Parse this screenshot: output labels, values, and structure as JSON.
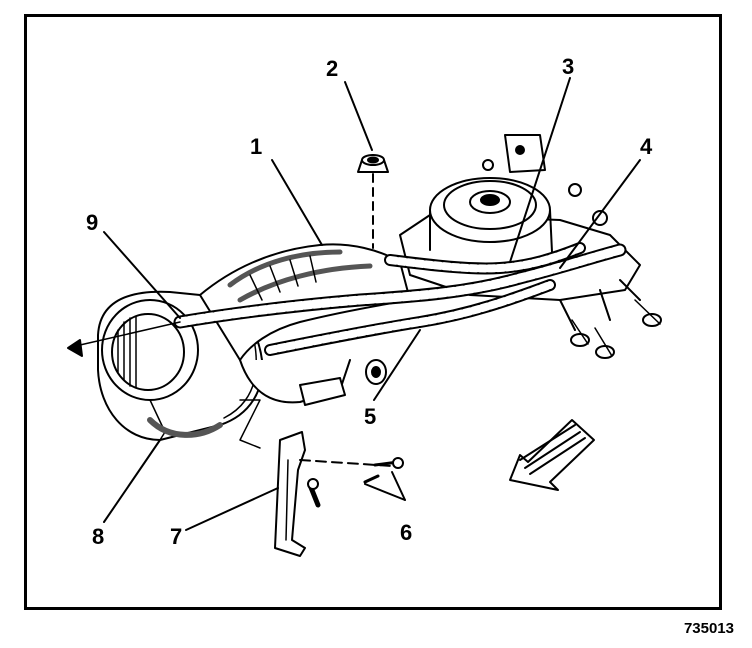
{
  "figure_id": "735013",
  "callouts": {
    "c1": "1",
    "c2": "2",
    "c3": "3",
    "c4": "4",
    "c5": "5",
    "c6": "6",
    "c7": "7",
    "c8": "8",
    "c9": "9"
  },
  "colors": {
    "ink": "#000000",
    "paper": "#ffffff",
    "shade": "#7a7a7a"
  }
}
